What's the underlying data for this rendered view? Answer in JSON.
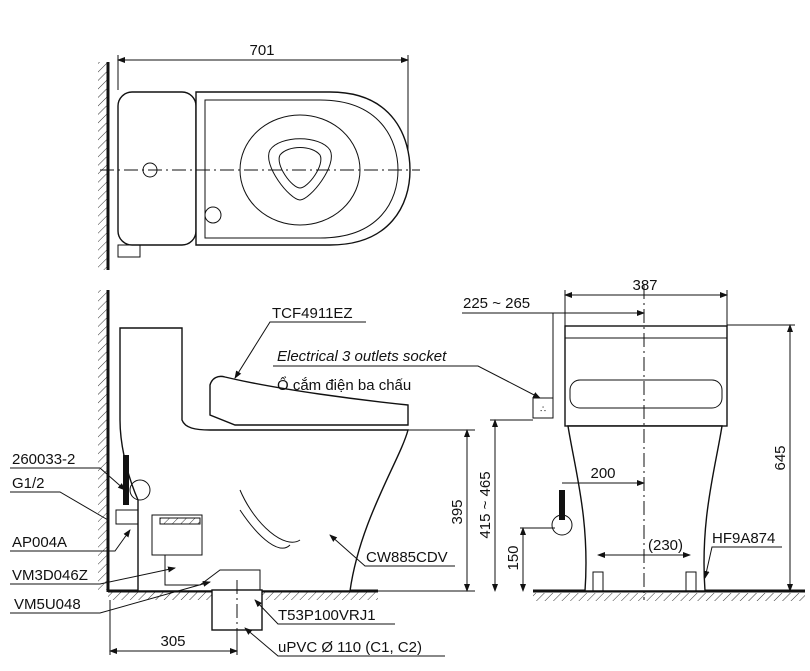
{
  "top_view": {
    "width_dim": "701"
  },
  "side_view": {
    "seat_model": "TCF4911EZ",
    "socket_label_en": "Electrical 3 outlets socket",
    "socket_label_vi": "Ổ cắm điện ba chấu",
    "hose_part": "260033-2",
    "thread": "G1/2",
    "valve_part": "AP004A",
    "part_vm3": "VM3D046Z",
    "part_vm5": "VM5U048",
    "bowl_model": "CW885CDV",
    "flange_part": "T53P100VRJ1",
    "pipe_label": "uPVC Ø 110 (C1, C2)",
    "height_dim": "395",
    "rough_in_dim": "305"
  },
  "front_view": {
    "width_dim": "387",
    "socket_offset_dim": "225 ~ 265",
    "socket_height_dim": "415 ~ 465",
    "total_height_dim": "645",
    "supply_offset_dim": "200",
    "supply_height_dim": "150",
    "bolt_spacing_dim": "(230)",
    "bolt_part": "HF9A874"
  }
}
